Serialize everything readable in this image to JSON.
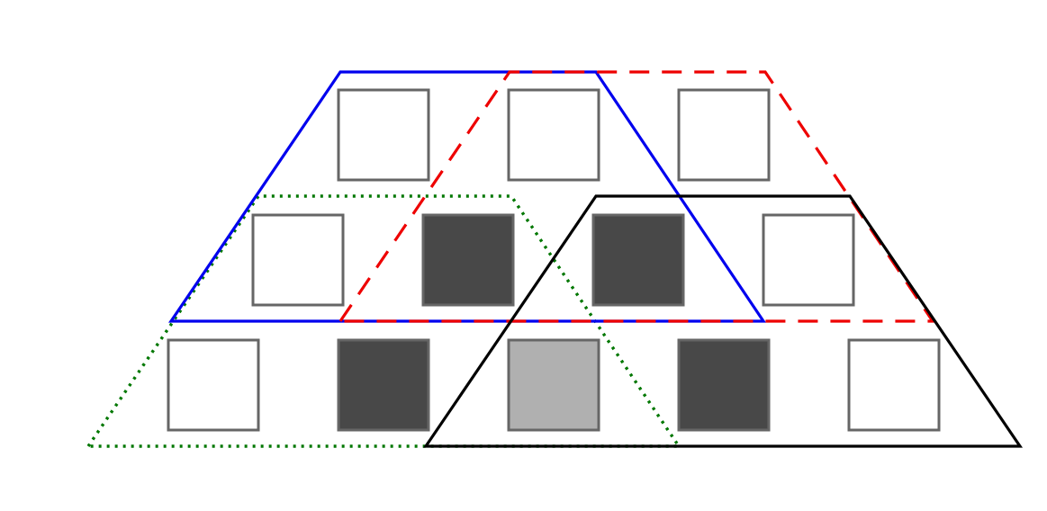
{
  "diagram": {
    "background": "#ffffff",
    "cell_style": {
      "stroke": "#666666",
      "fills": {
        "white": "#ffffff",
        "dark": "#484848",
        "light": "#b0b0b0"
      }
    },
    "rows": [
      {
        "name": "top",
        "cells": [
          "white",
          "white",
          "white"
        ]
      },
      {
        "name": "middle",
        "cells": [
          "white",
          "dark",
          "dark",
          "white"
        ]
      },
      {
        "name": "bottom",
        "cells": [
          "white",
          "dark",
          "light",
          "dark",
          "white"
        ]
      }
    ],
    "outlines": [
      {
        "name": "blue-solid-trapezoid",
        "color": "#0000ee",
        "style": "solid"
      },
      {
        "name": "red-dashed-trapezoid",
        "color": "#ee0000",
        "style": "dashed"
      },
      {
        "name": "green-dotted-trapezoid",
        "color": "#007700",
        "style": "dotted"
      },
      {
        "name": "black-solid-trapezoid",
        "color": "#000000",
        "style": "solid"
      }
    ]
  }
}
